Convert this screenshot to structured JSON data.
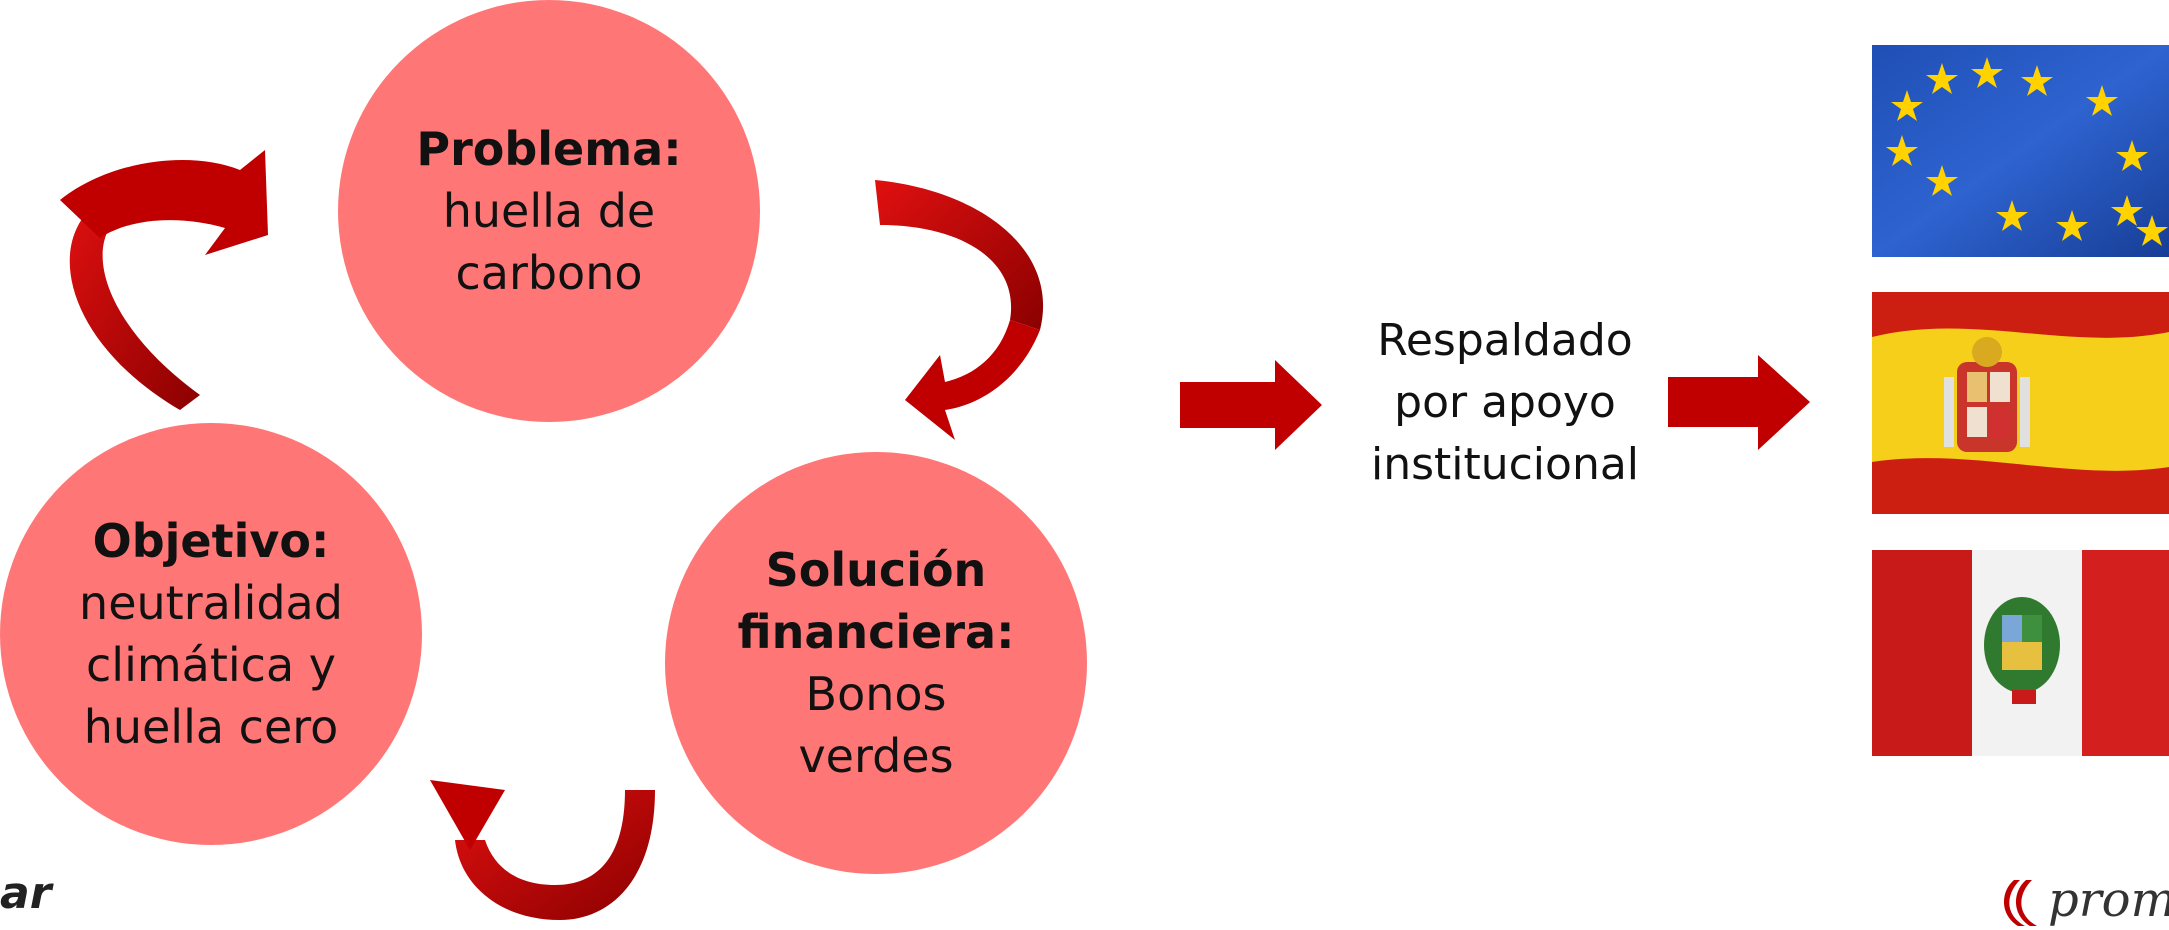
{
  "cycle": {
    "problem": {
      "heading": "Problema:",
      "line1": "huella de",
      "line2": "carbono"
    },
    "objective": {
      "heading": "Objetivo:",
      "line1": "neutralidad",
      "line2": "climática y",
      "line3": "huella cero"
    },
    "solution": {
      "heading1": "Solución",
      "heading2": "financiera:",
      "line1": "Bonos",
      "line2": "verdes"
    }
  },
  "support": {
    "line1": "Respaldado",
    "line2": "por apoyo",
    "line3": "institucional"
  },
  "flags": [
    "eu-flag",
    "spain-flag",
    "peru-flag"
  ],
  "logos": {
    "left_fragment": "ar",
    "right_fragment": "prom"
  },
  "colors": {
    "circle_fill": "#ff7676",
    "arrow": "#c00000",
    "arrow_dark": "#8b0000"
  }
}
